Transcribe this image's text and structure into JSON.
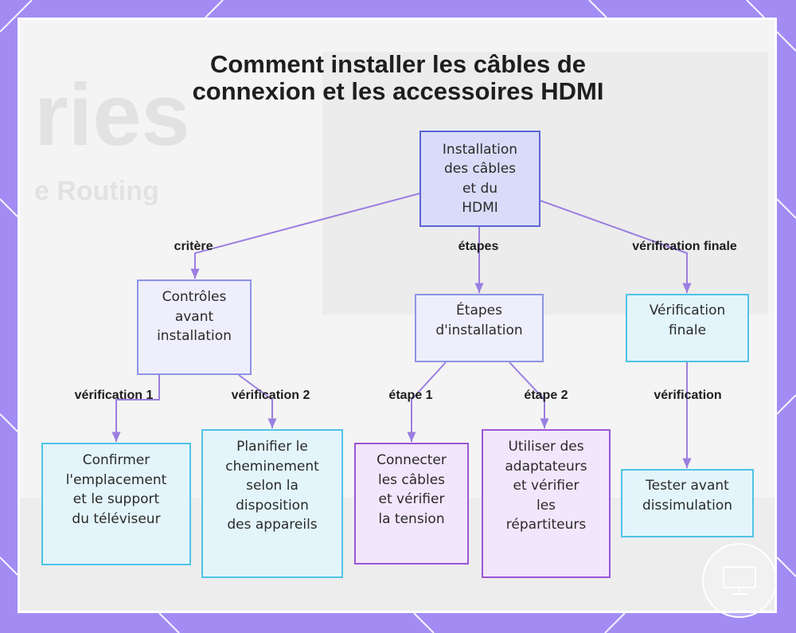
{
  "title": {
    "line1": "Comment installer les câbles de",
    "line2": "connexion et les accessoires HDMI"
  },
  "background": {
    "ghost_word": "ries",
    "ghost_sub": "e Routing"
  },
  "colors": {
    "frame": "#a28cf4",
    "root_fill": "#d9dcf8",
    "root_border": "#5a64d6",
    "level1_fill": "#eeeefc",
    "cyan_border": "#4fc3e6",
    "purple_border": "#9b55d6",
    "edge": "#9b7ee0"
  },
  "nodes": {
    "root": [
      "Installation",
      "des câbles",
      "et du",
      "HDMI"
    ],
    "controles": [
      "Contrôles",
      "avant",
      "installation"
    ],
    "etapes": [
      "Étapes",
      "d'installation"
    ],
    "verif": [
      "Vérification",
      "finale"
    ],
    "confirmer": [
      "Confirmer",
      "l'emplacement",
      "et le support",
      "du téléviseur"
    ],
    "planifier": [
      "Planifier le",
      "cheminement",
      "selon la",
      "disposition",
      "des appareils"
    ],
    "connecter": [
      "Connecter",
      "les câbles",
      "et vérifier",
      "la tension"
    ],
    "utiliser": [
      "Utiliser des",
      "adaptateurs",
      "et vérifier",
      "les",
      "répartiteurs"
    ],
    "tester": [
      "Tester avant",
      "dissimulation"
    ]
  },
  "edge_labels": {
    "critere": "critère",
    "etapes": "étapes",
    "verification_finale": "vérification finale",
    "verification_1": "vérification 1",
    "verification_2": "vérification 2",
    "etape_1": "étape 1",
    "etape_2": "étape 2",
    "verification": "vérification"
  },
  "watermark_icon": "monitor-icon"
}
